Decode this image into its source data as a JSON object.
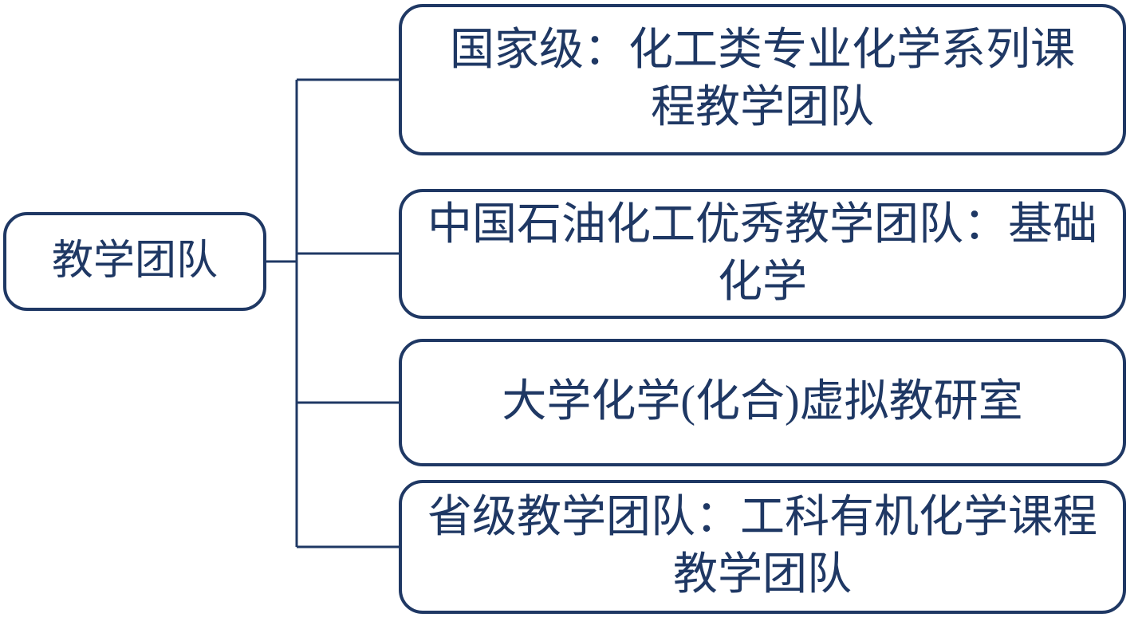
{
  "diagram": {
    "type": "hierarchy",
    "root": {
      "label": "教学团队"
    },
    "nodes": [
      {
        "label": "国家级：化工类专业化学系列课\n程教学团队"
      },
      {
        "label": "中国石油化工优秀教学团队：基础\n化学"
      },
      {
        "label": "大学化学(化合)虚拟教研室"
      },
      {
        "label": "省级教学团队：工科有机化学课程\n教学团队"
      }
    ],
    "colors": {
      "border": "#1F3864",
      "text": "#1F3864",
      "background": "#FFFFFF"
    }
  }
}
